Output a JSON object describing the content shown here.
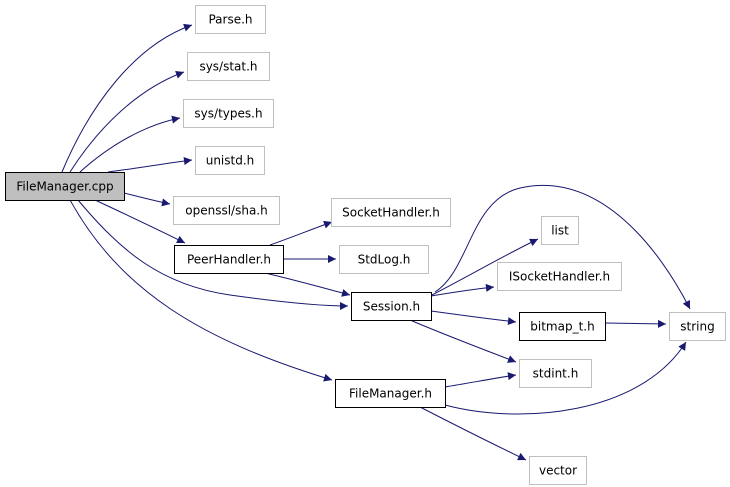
{
  "diagram": {
    "colors": {
      "edge": "#191970",
      "root_fill": "#bfbfbf",
      "solid_border": "#000000",
      "external_border": "#bfbfbf",
      "node_fill": "#ffffff"
    },
    "nodes": [
      {
        "id": "filemanager_cpp",
        "label": "FileManager.cpp",
        "kind": "root"
      },
      {
        "id": "parse_h",
        "label": "Parse.h",
        "kind": "external"
      },
      {
        "id": "sys_stat_h",
        "label": "sys/stat.h",
        "kind": "external"
      },
      {
        "id": "sys_types_h",
        "label": "sys/types.h",
        "kind": "external"
      },
      {
        "id": "unistd_h",
        "label": "unistd.h",
        "kind": "external"
      },
      {
        "id": "openssl_sha_h",
        "label": "openssl/sha.h",
        "kind": "external"
      },
      {
        "id": "peerhandler_h",
        "label": "PeerHandler.h",
        "kind": "documented"
      },
      {
        "id": "sockethandler_h",
        "label": "SocketHandler.h",
        "kind": "external"
      },
      {
        "id": "stdlog_h",
        "label": "StdLog.h",
        "kind": "external"
      },
      {
        "id": "session_h",
        "label": "Session.h",
        "kind": "documented"
      },
      {
        "id": "list",
        "label": "list",
        "kind": "external"
      },
      {
        "id": "isockethandler_h",
        "label": "ISocketHandler.h",
        "kind": "external"
      },
      {
        "id": "bitmap_t_h",
        "label": "bitmap_t.h",
        "kind": "documented"
      },
      {
        "id": "string",
        "label": "string",
        "kind": "external"
      },
      {
        "id": "stdint_h",
        "label": "stdint.h",
        "kind": "external"
      },
      {
        "id": "filemanager_h",
        "label": "FileManager.h",
        "kind": "documented"
      },
      {
        "id": "vector",
        "label": "vector",
        "kind": "external"
      }
    ],
    "edges": [
      {
        "from": "filemanager_cpp",
        "to": "parse_h"
      },
      {
        "from": "filemanager_cpp",
        "to": "sys_stat_h"
      },
      {
        "from": "filemanager_cpp",
        "to": "sys_types_h"
      },
      {
        "from": "filemanager_cpp",
        "to": "unistd_h"
      },
      {
        "from": "filemanager_cpp",
        "to": "openssl_sha_h"
      },
      {
        "from": "filemanager_cpp",
        "to": "peerhandler_h"
      },
      {
        "from": "filemanager_cpp",
        "to": "session_h"
      },
      {
        "from": "filemanager_cpp",
        "to": "filemanager_h"
      },
      {
        "from": "peerhandler_h",
        "to": "sockethandler_h"
      },
      {
        "from": "peerhandler_h",
        "to": "stdlog_h"
      },
      {
        "from": "peerhandler_h",
        "to": "session_h"
      },
      {
        "from": "session_h",
        "to": "list"
      },
      {
        "from": "session_h",
        "to": "isockethandler_h"
      },
      {
        "from": "session_h",
        "to": "bitmap_t_h"
      },
      {
        "from": "session_h",
        "to": "string"
      },
      {
        "from": "session_h",
        "to": "stdint_h"
      },
      {
        "from": "bitmap_t_h",
        "to": "string"
      },
      {
        "from": "filemanager_h",
        "to": "stdint_h"
      },
      {
        "from": "filemanager_h",
        "to": "string"
      },
      {
        "from": "filemanager_h",
        "to": "vector"
      }
    ]
  }
}
